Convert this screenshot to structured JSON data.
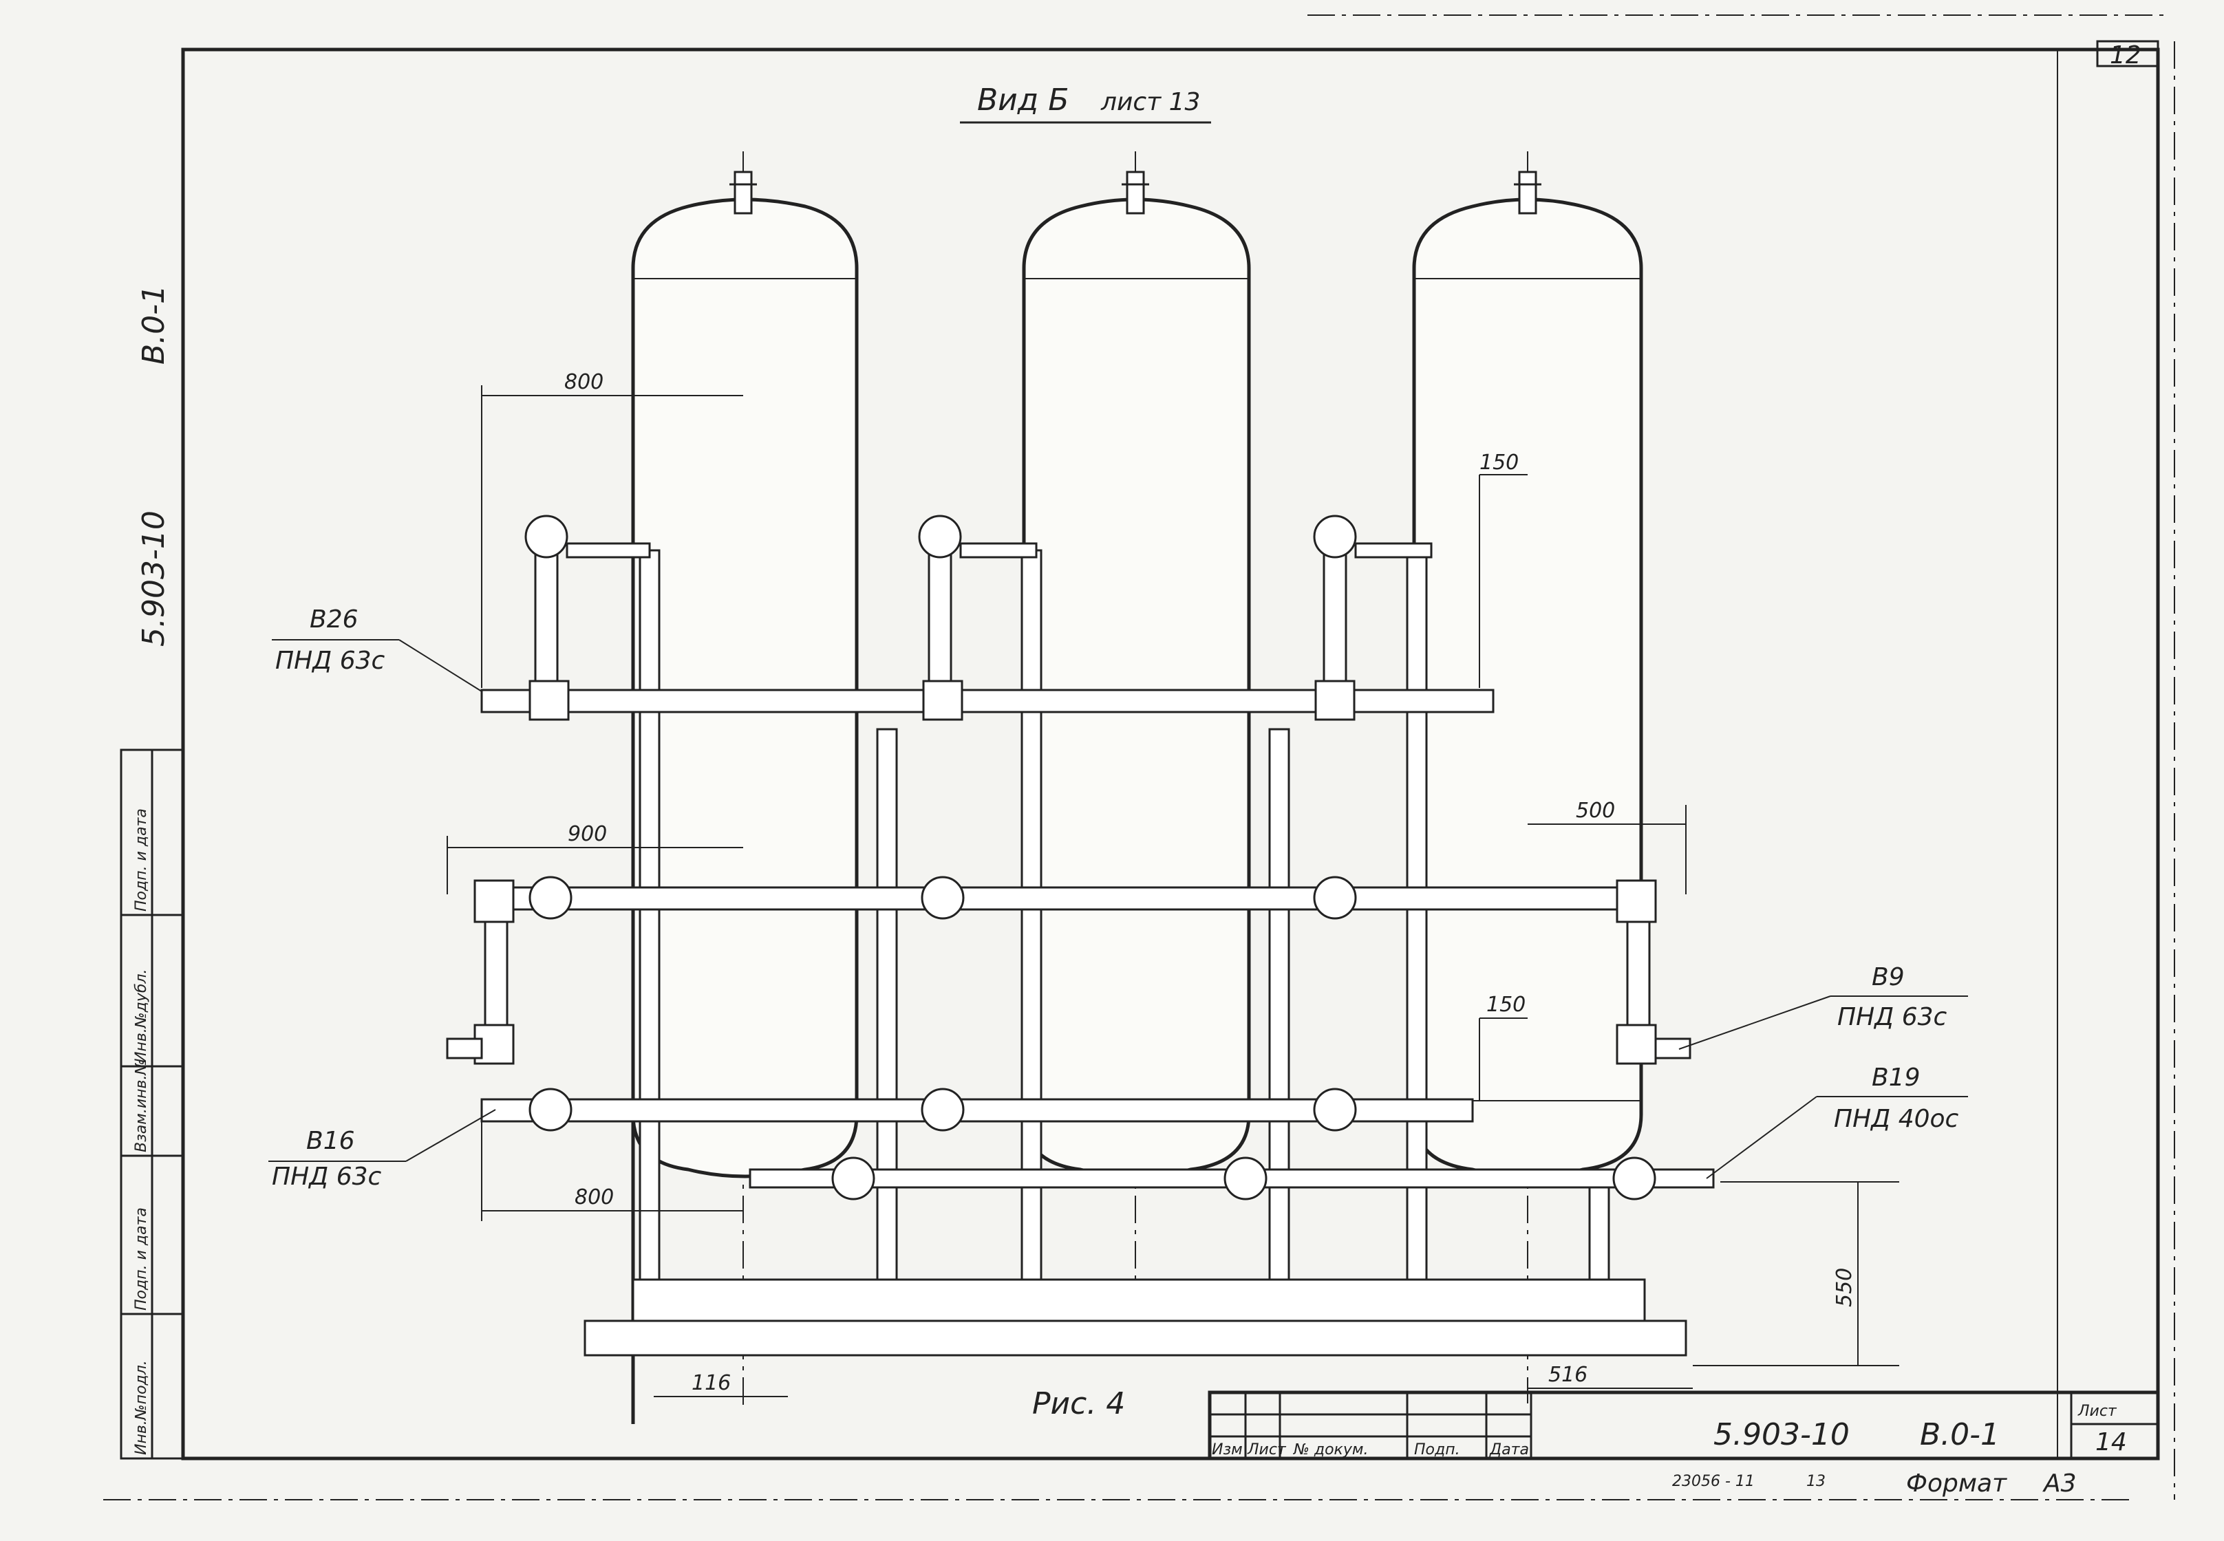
{
  "drawing": {
    "view_title": "Вид Б",
    "view_sheet_ref": "лист 13",
    "figure_caption": "Рис. 4",
    "corner_sheet_number": "12",
    "margin_doc_code": "5.903-10",
    "margin_doc_part": "В.0-1"
  },
  "pipe_labels": [
    {
      "id": "B26",
      "code": "В26",
      "material": "ПНД 63с"
    },
    {
      "id": "B16",
      "code": "В16",
      "material": "ПНД 63с"
    },
    {
      "id": "B9",
      "code": "В9",
      "material": "ПНД 63с"
    },
    {
      "id": "B19",
      "code": "В19",
      "material": "ПНД 40ос"
    }
  ],
  "dimensions": {
    "top_offset": "800",
    "middle_offset": "900",
    "lower_offset": "800",
    "upper_right": "150",
    "right_offset": "500",
    "lower_right": "150",
    "height_right": "550",
    "bottom_left": "116",
    "bottom_right": "516"
  },
  "side_stamp": {
    "cells": [
      "Инв.№подл.",
      "Подп. и дата",
      "Взам.инв.№",
      "Инв.№дубл.",
      "Подп. и дата"
    ]
  },
  "title_block": {
    "headers": [
      "Изм",
      "Лист",
      "№ докум.",
      "Подп.",
      "Дата"
    ],
    "doc_code": "5.903-10",
    "doc_part": "В.0-1",
    "sheet_label": "Лист",
    "sheet_number": "14",
    "order_number": "23056 - 11",
    "order_suffix": "13",
    "format_label": "Формат",
    "format_value": "А3"
  }
}
